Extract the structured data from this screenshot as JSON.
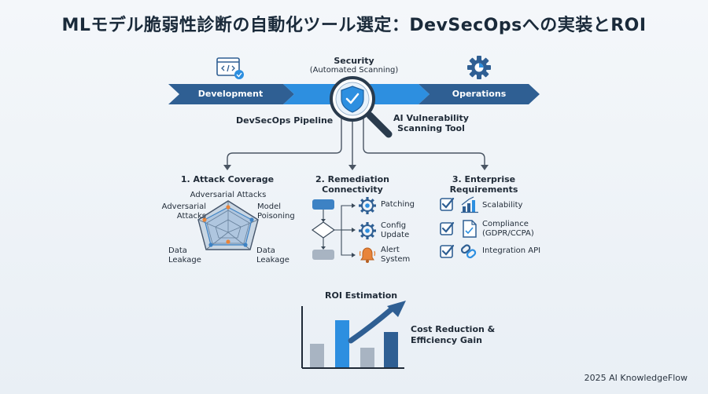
{
  "title": "MLモデル脆弱性診断の自動化ツール選定：DevSecOpsへの実装とROI",
  "pipeline": {
    "stage_development": "Development",
    "stage_security": "Security",
    "stage_security_sub": "(Automated Scanning)",
    "stage_operations": "Operations",
    "pipeline_label": "DevSecOps Pipeline",
    "tool_label_line1": "AI Vulnerability",
    "tool_label_line2": "Scanning Tool"
  },
  "section1": {
    "heading": "1. Attack Coverage",
    "top": "Adversarial Attacks",
    "left_line1": "Adversarial",
    "left_line2": "Attacks",
    "right_line1": "Model",
    "right_line2": "Poisoning",
    "bottom_left_line1": "Data",
    "bottom_left_line2": "Leakage",
    "bottom_right_line1": "Data",
    "bottom_right_line2": "Leakage"
  },
  "section2": {
    "heading": "2. Remediation Connectivity",
    "item1": "Patching",
    "item2_line1": "Config",
    "item2_line2": "Update",
    "item3_line1": "Alert",
    "item3_line2": "System"
  },
  "section3": {
    "heading": "3. Enterprise Requirements",
    "item1": "Scalability",
    "item2_line1": "Compliance",
    "item2_line2": "(GDPR/CCPA)",
    "item3": "Integration API"
  },
  "roi": {
    "heading": "ROI Estimation",
    "label_line1": "Cost Reduction &",
    "label_line2": "Efficiency Gain"
  },
  "footer": "2025 AI KnowledgeFlow",
  "colors": {
    "dark_blue": "#2f5f93",
    "mid_blue": "#3d82c4",
    "bright_blue": "#2d8fe0",
    "gray_bar": "#a8b4c2",
    "orange": "#e8843a",
    "text": "#1f2a37"
  },
  "icons": {
    "development": "code-window-icon",
    "security": "shield-magnifier-icon",
    "operations": "gear-icon",
    "patching": "gear-icon",
    "config": "gear-icon",
    "alert": "bell-icon",
    "scalability": "bar-chart-icon",
    "compliance": "document-icon",
    "integration": "link-icon"
  },
  "roi_chart": {
    "type": "bar",
    "values": [
      3,
      6,
      2.5,
      4.5
    ]
  }
}
